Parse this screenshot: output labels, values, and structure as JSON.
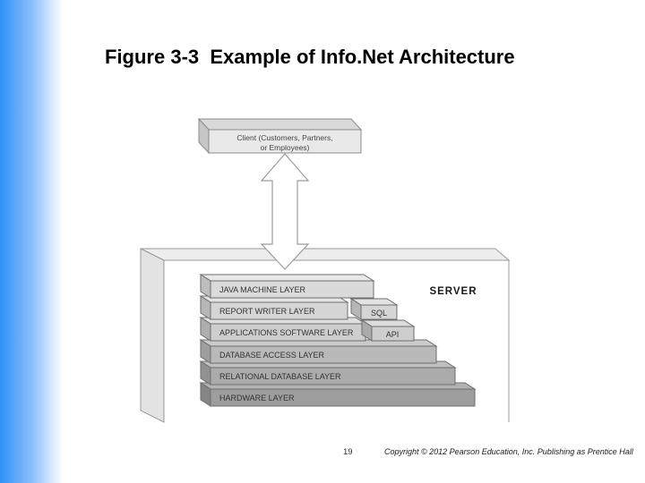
{
  "slide": {
    "title": "Figure 3-3  Example of Info.Net Architecture",
    "page_number": "19",
    "copyright": "Copyright © 2012 Pearson Education, Inc. Publishing as Prentice Hall",
    "accent_color": "#2e93f8"
  },
  "diagram": {
    "client": {
      "label_line1": "Client (Customers, Partners,",
      "label_line2": "or Employees)"
    },
    "server": {
      "label": "SERVER"
    },
    "layers": [
      {
        "label": "JAVA MACHINE LAYER"
      },
      {
        "label": "REPORT WRITER LAYER",
        "side_label": "SQL"
      },
      {
        "label": "APPLICATIONS SOFTWARE LAYER",
        "side_label": "API"
      },
      {
        "label": "DATABASE ACCESS LAYER"
      },
      {
        "label": "RELATIONAL DATABASE LAYER"
      },
      {
        "label": "HARDWARE LAYER"
      }
    ]
  }
}
